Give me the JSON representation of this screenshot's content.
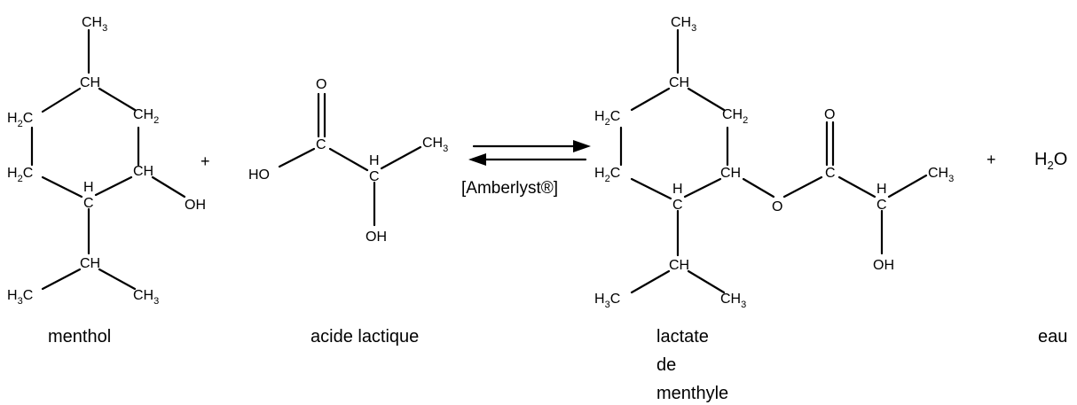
{
  "reaction": {
    "catalyst": "[Amberlyst®]",
    "plus_symbol": "+",
    "compounds": {
      "menthol": "menthol",
      "lactic_acid": "acide lactique",
      "menthyl_lactate_line1": "lactate",
      "menthyl_lactate_line2": "de",
      "menthyl_lactate_line3": "menthyle",
      "water": "eau"
    }
  },
  "atoms": {
    "CH3": "CH",
    "CH2": "CH",
    "H2C": "H",
    "H3C": "H",
    "CH": "CH",
    "C": "C",
    "H": "H",
    "O": "O",
    "OH": "OH",
    "HO": "HO",
    "H2O": "H",
    "sub3": "3",
    "sub2": "2",
    "sub_C": "C",
    "sub_O": "O"
  }
}
